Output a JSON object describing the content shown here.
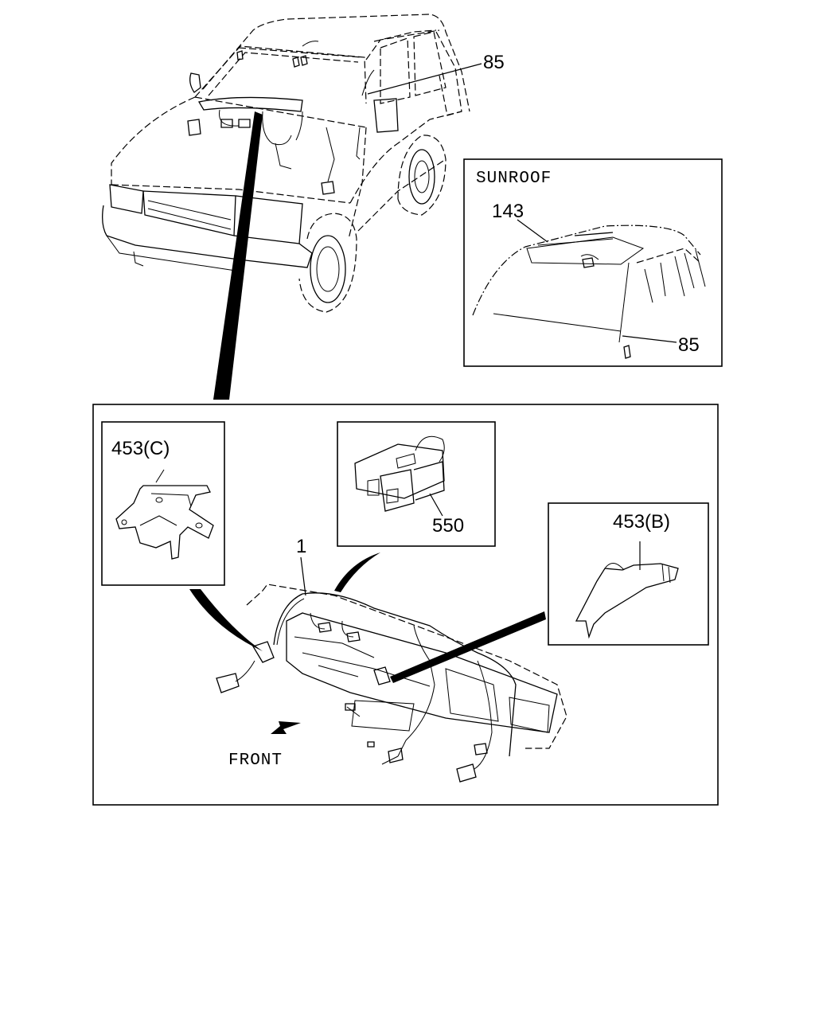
{
  "labels": {
    "harness_main": "1",
    "roof_harness": "85",
    "sunroof_title": "SUNROOF",
    "sunroof_part": "143",
    "sunroof_harness": "85",
    "bracket_c": "453(C)",
    "bracket_b": "453(B)",
    "connector": "550",
    "front": "FRONT"
  }
}
